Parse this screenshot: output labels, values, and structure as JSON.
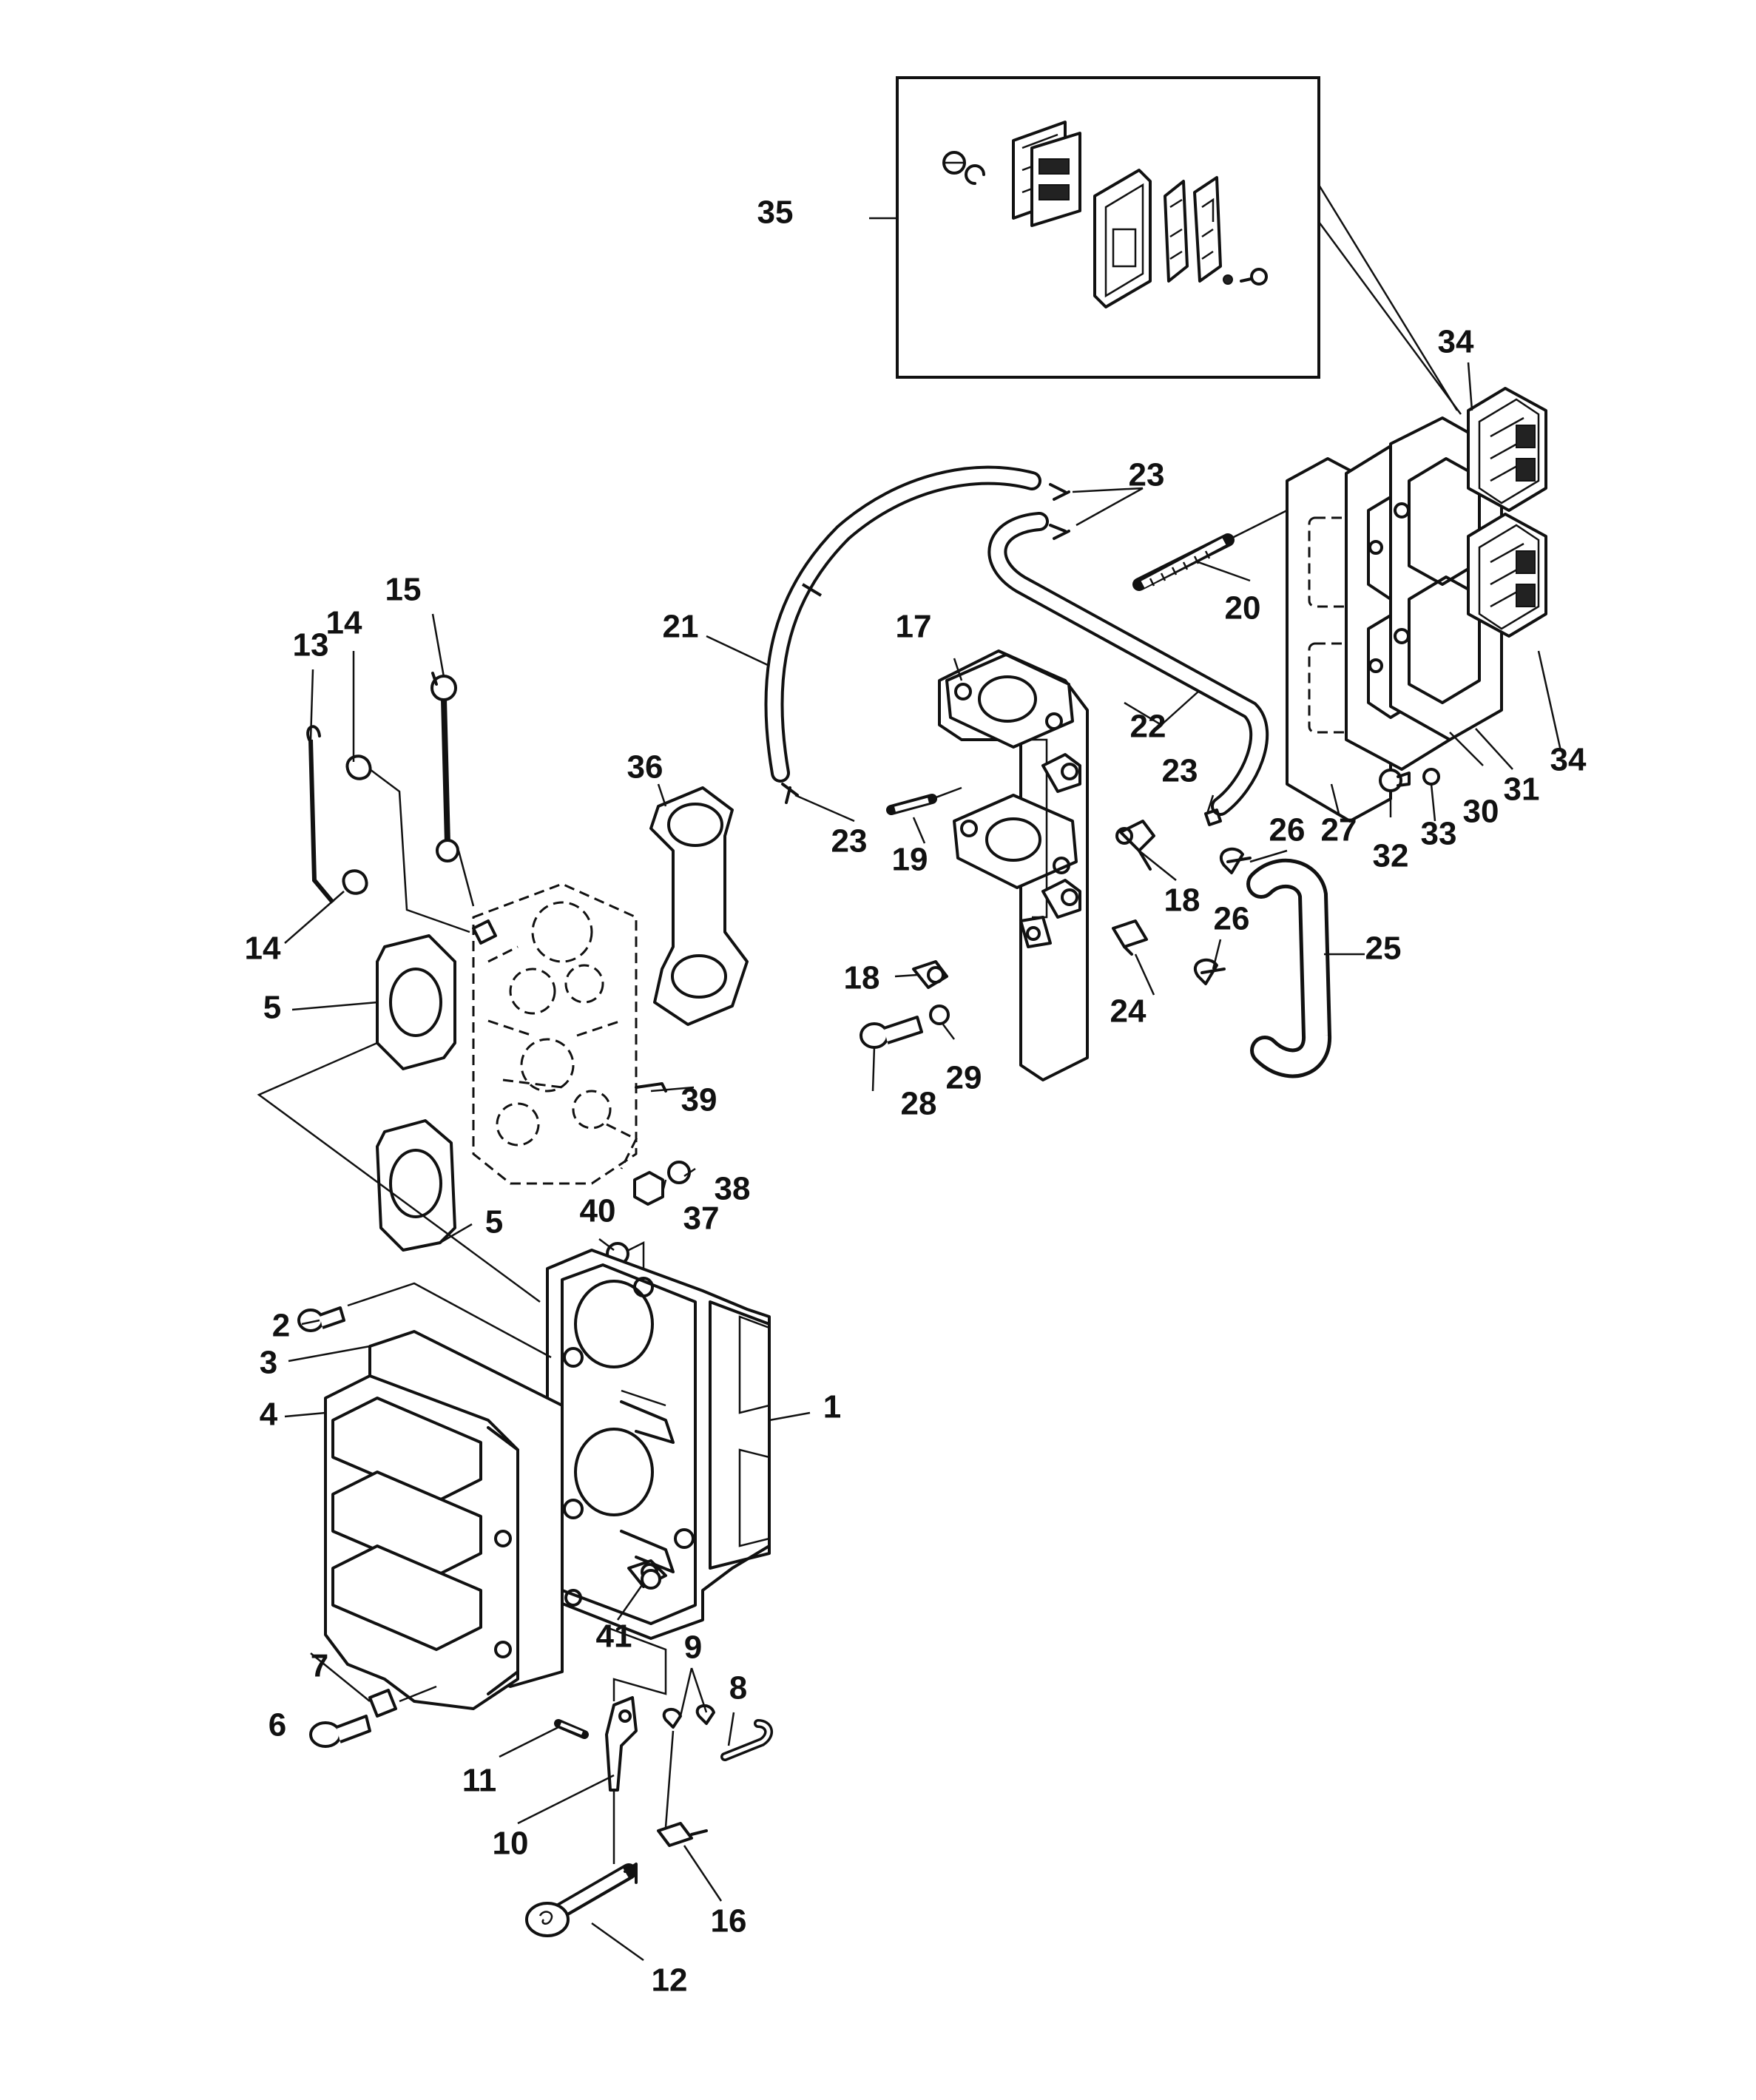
{
  "callouts": {
    "c1": "1",
    "c2": "2",
    "c3": "3",
    "c4": "4",
    "c5a": "5",
    "c5b": "5",
    "c6": "6",
    "c7": "7",
    "c8": "8",
    "c9": "9",
    "c10": "10",
    "c11": "11",
    "c12": "12",
    "c13": "13",
    "c14a": "14",
    "c14b": "14",
    "c15": "15",
    "c16": "16",
    "c17": "17",
    "c18a": "18",
    "c18b": "18",
    "c19": "19",
    "c20": "20",
    "c21": "21",
    "c22": "22",
    "c23a": "23",
    "c23b": "23",
    "c23c": "23",
    "c24": "24",
    "c25": "25",
    "c26a": "26",
    "c26b": "26",
    "c27": "27",
    "c28": "28",
    "c29": "29",
    "c30": "30",
    "c31": "31",
    "c32": "32",
    "c33": "33",
    "c34a": "34",
    "c34b": "34",
    "c35": "35",
    "c36": "36",
    "c37": "37",
    "c38": "38",
    "c39": "39",
    "c40": "40",
    "c41": "41"
  }
}
